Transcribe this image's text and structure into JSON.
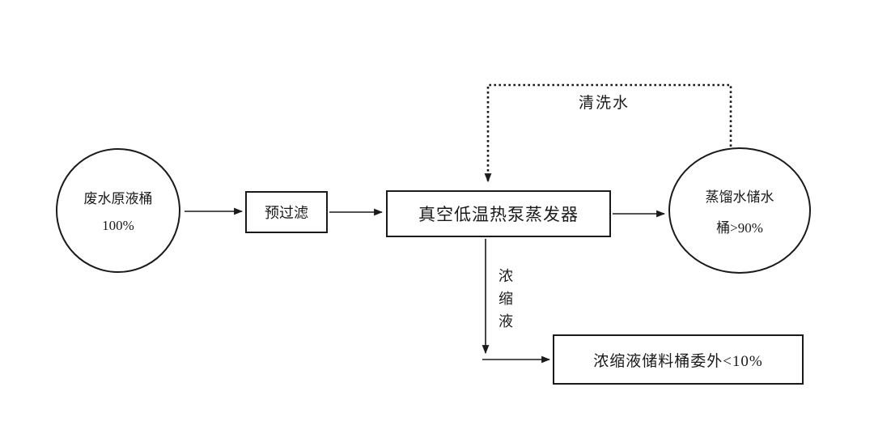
{
  "diagram": {
    "type": "flowchart",
    "colors": {
      "stroke": "#1a1a1a",
      "background": "#ffffff"
    },
    "nodes": {
      "waste_source": {
        "line1": "废水原液桶",
        "line2": "100%"
      },
      "prefilter": {
        "label": "预过滤"
      },
      "evaporator": {
        "label": "真空低温热泵蒸发器"
      },
      "distilled_water": {
        "line1": "蒸馏水储水",
        "line2": "桶>90%"
      },
      "concentrate_storage": {
        "label": "浓缩液储料桶委外<10%"
      }
    },
    "edge_labels": {
      "wash_water": "清洗水",
      "concentrate": "浓缩液"
    }
  }
}
